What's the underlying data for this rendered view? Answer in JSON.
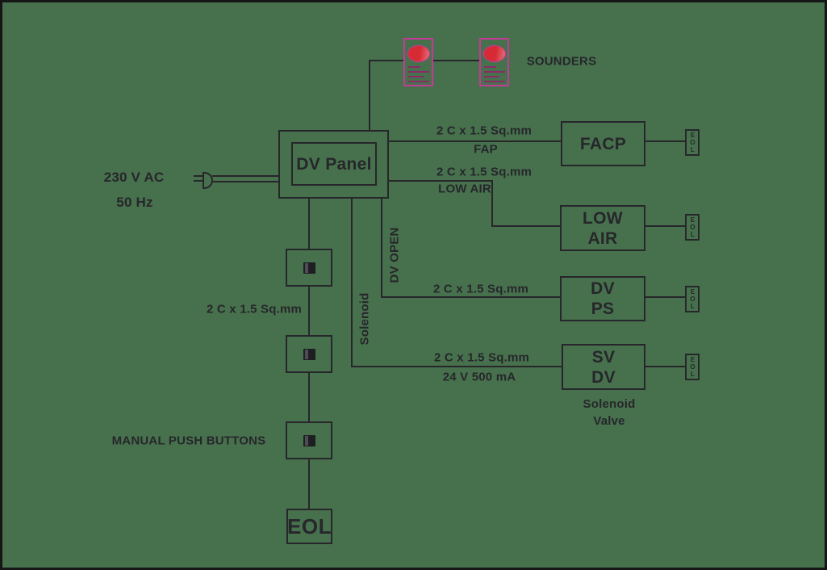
{
  "colors": {
    "background": "#47714d",
    "line": "#26262b",
    "sounder_border": "#c43a97",
    "sounder_lamp": "#d62b34"
  },
  "power_source": {
    "voltage": "230 V AC",
    "frequency": "50 Hz"
  },
  "panel": {
    "label": "DV Panel"
  },
  "sounders": {
    "label": "SOUNDERS",
    "count": 2,
    "icon": "sounder-strobe-icon"
  },
  "circuits": {
    "fap": {
      "cable": "2 C x 1.5 Sq.mm",
      "designation": "FAP",
      "device": "FACP",
      "eol": "EOL"
    },
    "low_air": {
      "cable": "2 C x 1.5 Sq.mm",
      "designation": "LOW AIR",
      "device_line1": "LOW",
      "device_line2": "AIR",
      "eol": "EOL"
    },
    "dv_ps": {
      "cable": "2 C x 1.5 Sq.mm",
      "riser_label": "DV OPEN",
      "device_line1": "DV",
      "device_line2": "PS",
      "eol": "EOL"
    },
    "sv_dv": {
      "cable": "2 C x 1.5 Sq.mm",
      "rating": "24 V 500 mA",
      "riser_label": "Solenoid",
      "device_line1": "SV",
      "device_line2": "DV",
      "caption_line1": "Solenoid",
      "caption_line2": "Valve",
      "eol": "EOL"
    }
  },
  "push_button_circuit": {
    "cable": "2 C x 1.5 Sq.mm",
    "label": "MANUAL PUSH BUTTONS",
    "station_count": 3,
    "icon": "manual-call-point-icon",
    "eol": "EOL"
  }
}
